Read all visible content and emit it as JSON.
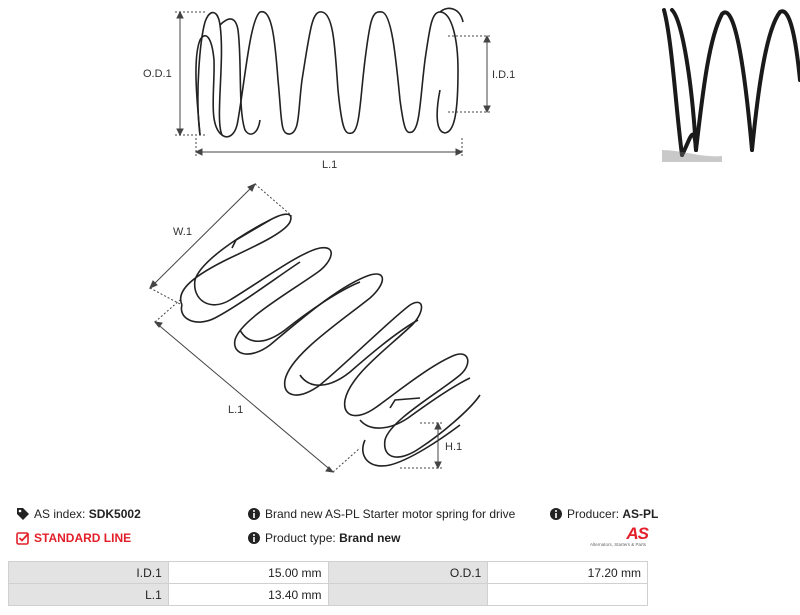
{
  "diagram": {
    "top_labels": {
      "od": "O.D.1",
      "id": "I.D.1",
      "length": "L.1"
    },
    "bottom_labels": {
      "width": "W.1",
      "length": "L.1",
      "height": "H.1"
    }
  },
  "info": {
    "as_index_label": "AS index:",
    "as_index_value": "SDK5002",
    "standard_line": "STANDARD LINE",
    "description": "Brand new AS-PL Starter motor spring for drive",
    "product_type_label": "Product type:",
    "product_type_value": "Brand new",
    "producer_label": "Producer:",
    "producer_value": "AS-PL"
  },
  "logo": {
    "text": "AS",
    "tagline": "Alternators, Starters & Parts"
  },
  "specs": {
    "rows": [
      {
        "l1": "I.D.1",
        "v1": "15.00 mm",
        "l2": "O.D.1",
        "v2": "17.20 mm"
      },
      {
        "l1": "L.1",
        "v1": "13.40 mm",
        "l2": "",
        "v2": ""
      }
    ]
  },
  "colors": {
    "accent": "#e3202a",
    "label_bg": "#e3e3e3",
    "line": "#222222"
  },
  "icons": [
    "tag-icon",
    "checkbox-icon",
    "info-icon"
  ]
}
